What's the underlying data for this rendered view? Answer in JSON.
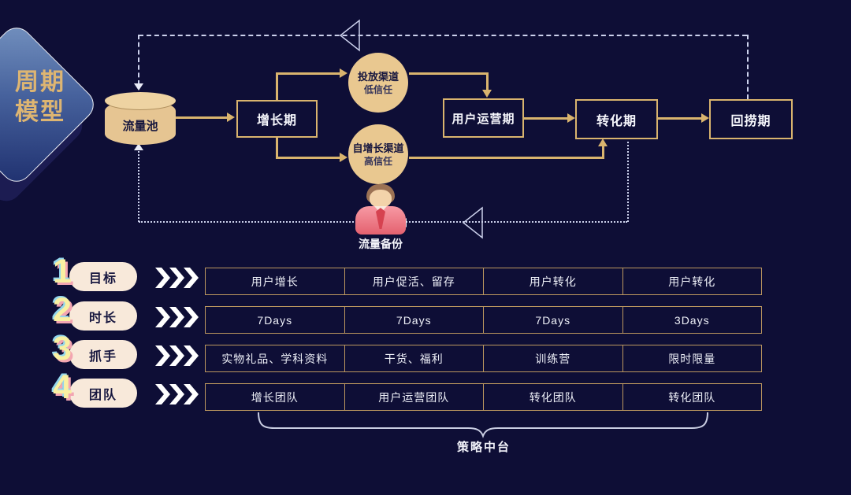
{
  "badge": {
    "line1": "周期",
    "line2": "模型"
  },
  "flow": {
    "pool": "流量池",
    "growth": "增长期",
    "channel_paid": {
      "name": "投放渠道",
      "trust": "低信任"
    },
    "channel_organic": {
      "name": "自增长渠道",
      "trust": "高信任"
    },
    "operation": "用户运营期",
    "conversion": "转化期",
    "recall": "回捞期",
    "backup": "流量备份"
  },
  "table": {
    "rows": [
      {
        "num": "1",
        "label": "目标",
        "cells": [
          "用户增长",
          "用户促活、留存",
          "用户转化",
          "用户转化"
        ]
      },
      {
        "num": "2",
        "label": "时长",
        "cells": [
          "7Days",
          "7Days",
          "7Days",
          "3Days"
        ]
      },
      {
        "num": "3",
        "label": "抓手",
        "cells": [
          "实物礼品、学科资料",
          "干货、福利",
          "训练营",
          "限时限量"
        ]
      },
      {
        "num": "4",
        "label": "团队",
        "cells": [
          "增长团队",
          "用户运营团队",
          "转化团队",
          "转化团队"
        ]
      }
    ],
    "brace_label": "策略中台"
  },
  "colors": {
    "background": "#0e0e36",
    "gold": "#d9b46e",
    "node_fill": "#e9c890",
    "badge_gradient_start": "#7391bf",
    "badge_gradient_end": "#1e2f6e",
    "pill": "#f8e9da",
    "number_face": "#f9f0a2",
    "number_side": "#f3a5b1",
    "number_top": "#93d6ec",
    "person_body": "#e4616f",
    "dash_line": "#ccd1ec"
  }
}
